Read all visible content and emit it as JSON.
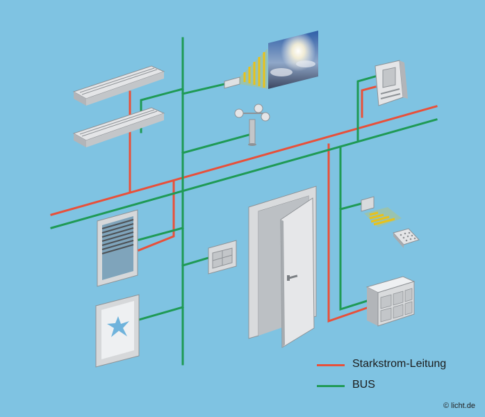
{
  "legend": {
    "power_line": {
      "label": "Starkstrom-Leitung",
      "color": "#e8503a"
    },
    "bus_line": {
      "label": "BUS",
      "color": "#1f9a55"
    }
  },
  "copyright": "© licht.de",
  "colors": {
    "background": "#7fc3e2",
    "device_light": "#e4e5e7",
    "device_mid": "#c3c6c9",
    "device_dark": "#8e9296",
    "sensor_beam": "#e8c21b"
  },
  "icons": [
    "light-fixture-icon",
    "sun-sky-image",
    "brightness-sensor-icon",
    "wind-sensor-icon",
    "heating-thermostat-icon",
    "window-blind-icon",
    "window-sensor-icon",
    "wall-switch-icon",
    "door-icon",
    "motion-detector-icon",
    "keypad-icon",
    "distribution-cabinet-icon"
  ]
}
